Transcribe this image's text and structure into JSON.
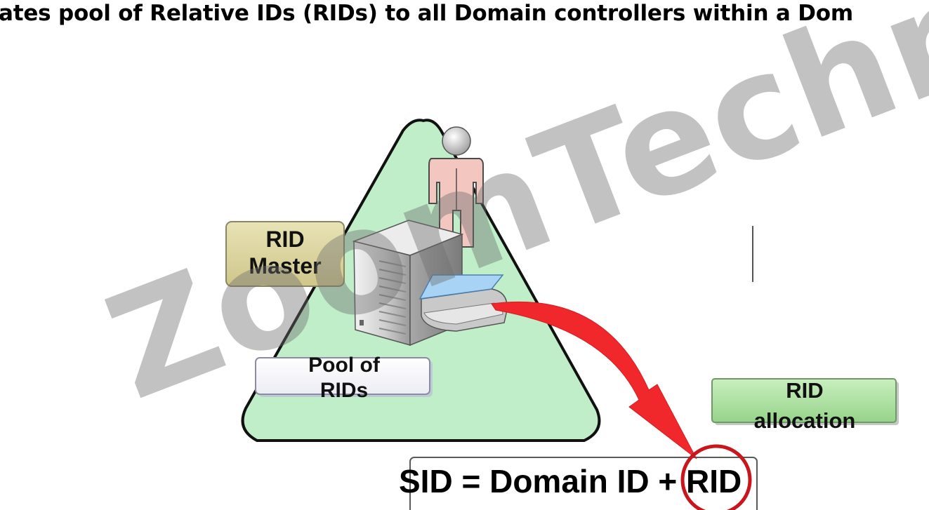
{
  "header": {
    "title": "ates pool of Relative IDs (RIDs) to all Domain controllers within a Dom"
  },
  "diagram": {
    "rid_master_label": "RID\nMaster",
    "pool_label": "Pool of\nRIDs",
    "allocation_label": "RID\nallocation",
    "formula": "SID = Domain ID + RID"
  },
  "watermark": {
    "text": "ZoomTechnologies"
  },
  "icons": {
    "user": "user-icon",
    "server": "server-icon",
    "scanner": "rid-pool-tray-icon",
    "arrow": "allocation-arrow"
  },
  "colors": {
    "triangle_fill": "#bfeec8",
    "rid_master_box": "#ddd7a3",
    "allocation_box": "#aee0a2",
    "arrow": "#f0272b",
    "highlight_circle": "#c8161c"
  }
}
